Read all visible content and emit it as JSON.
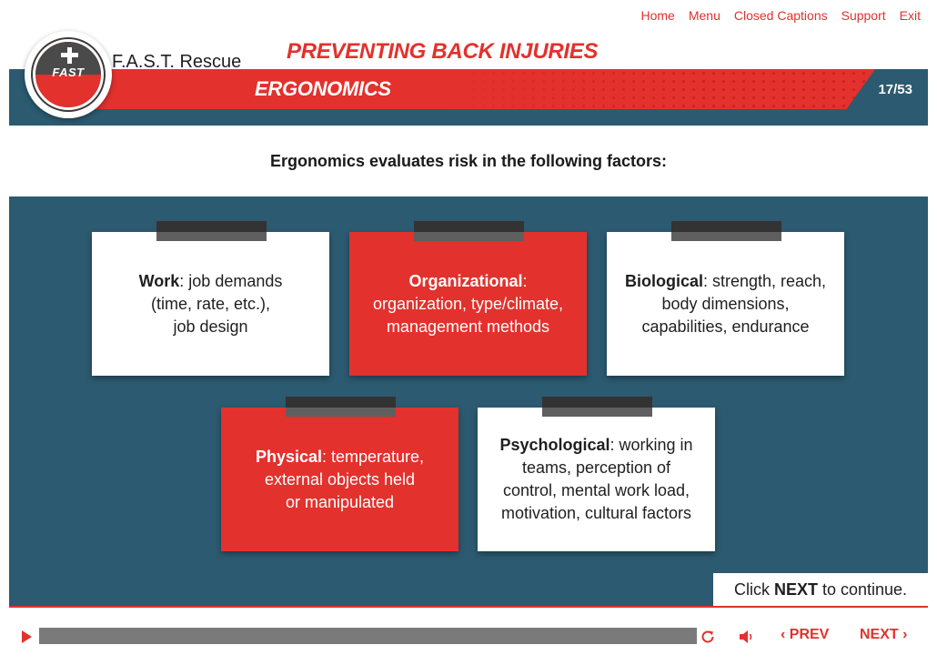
{
  "nav": {
    "home": "Home",
    "menu": "Menu",
    "captions": "Closed Captions",
    "support": "Support",
    "exit": "Exit"
  },
  "header": {
    "brand": "F.A.S.T. Rescue",
    "logo_text": "FAST",
    "course_title": "PREVENTING BACK INJURIES",
    "section_title": "ERGONOMICS",
    "slide_counter": "17/53"
  },
  "intro": "Ergonomics evaluates risk in the following factors:",
  "cards": [
    {
      "term": "Work",
      "desc_lines": [
        ": job demands",
        "(time, rate, etc.),",
        "job design"
      ]
    },
    {
      "term": "Organizational",
      "desc_lines": [
        ":",
        "organization, type/climate,",
        "management methods"
      ]
    },
    {
      "term": "Biological",
      "desc_lines": [
        ": strength, reach,",
        "body dimensions,",
        "capabilities, endurance"
      ]
    },
    {
      "term": "Physical",
      "desc_lines": [
        ": temperature,",
        "external objects held",
        "or manipulated"
      ]
    },
    {
      "term": "Psychological",
      "desc_lines": [
        ": working in",
        "teams, perception of",
        "control, mental work load,",
        "motivation, cultural factors"
      ]
    }
  ],
  "continue": {
    "pre": "Click ",
    "strong": "NEXT",
    "post": " to continue."
  },
  "player": {
    "progress": 1.0,
    "prev": "PREV",
    "next": "NEXT"
  },
  "colors": {
    "accent_red": "#e3312d",
    "band_blue": "#2c5a70"
  }
}
